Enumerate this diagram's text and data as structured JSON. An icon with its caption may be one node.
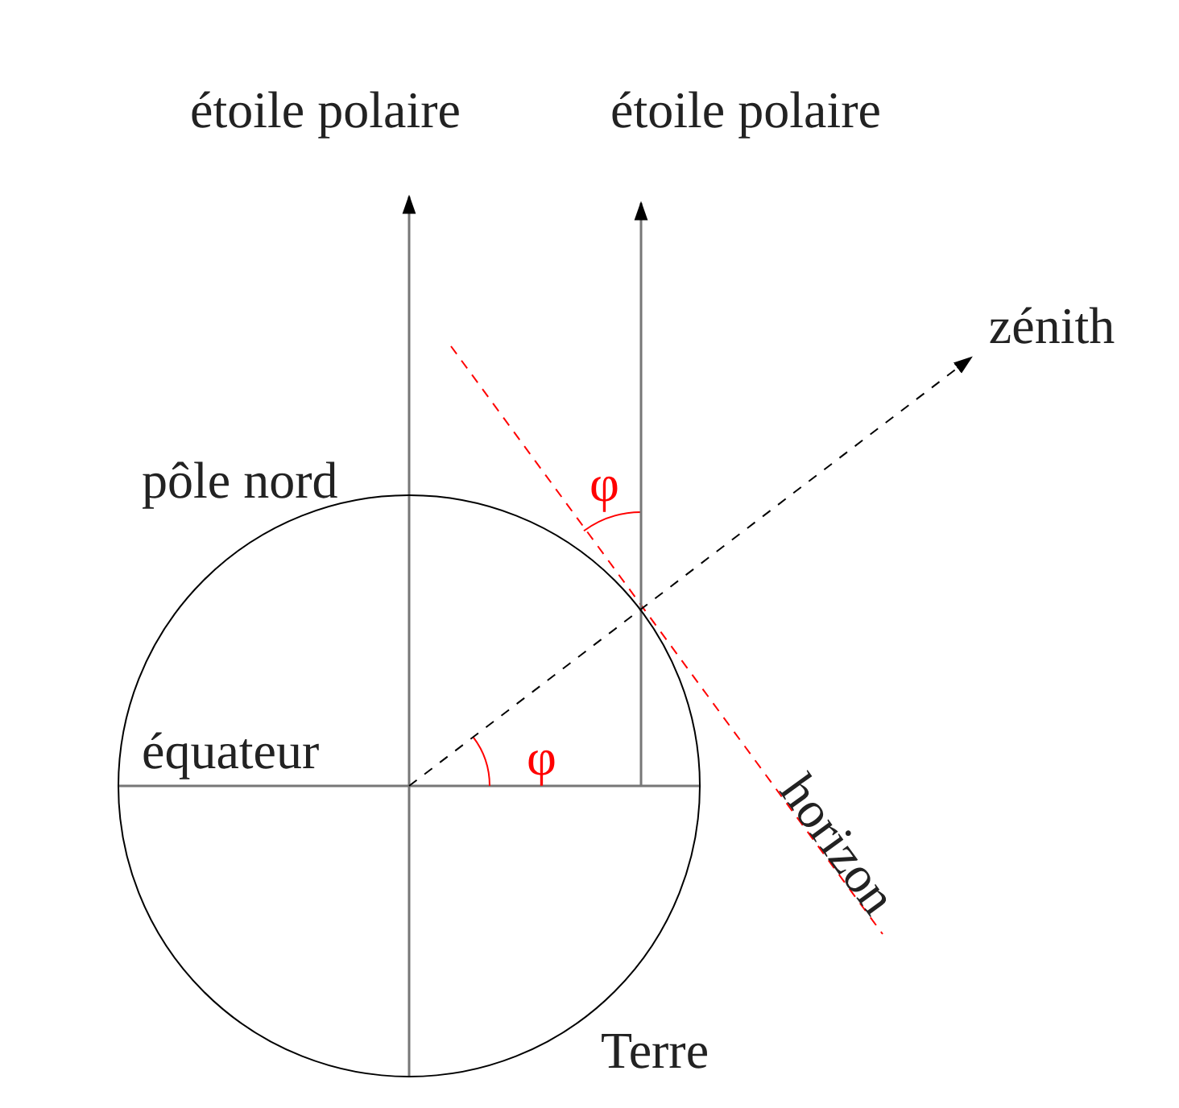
{
  "diagram": {
    "nodes": [
      {
        "text": [
          "étoile polaire"
        ]
      },
      {
        "text": [
          "étoile polaire"
        ]
      },
      {
        "text": [
          "zénith"
        ]
      },
      {
        "text": [
          "Terre"
        ]
      }
    ],
    "edges": [
      {
        "from": 3,
        "to": 0,
        "arrow": "to"
      },
      {
        "from": 3,
        "to": 1,
        "arrow": "to"
      },
      {
        "from": 3,
        "to": 2,
        "arrow": "to",
        "style": "dashed",
        "color": "#000000"
      }
    ],
    "labels": [
      "pôle nord",
      "φ",
      "équateur",
      "φ",
      "horizon"
    ]
  }
}
